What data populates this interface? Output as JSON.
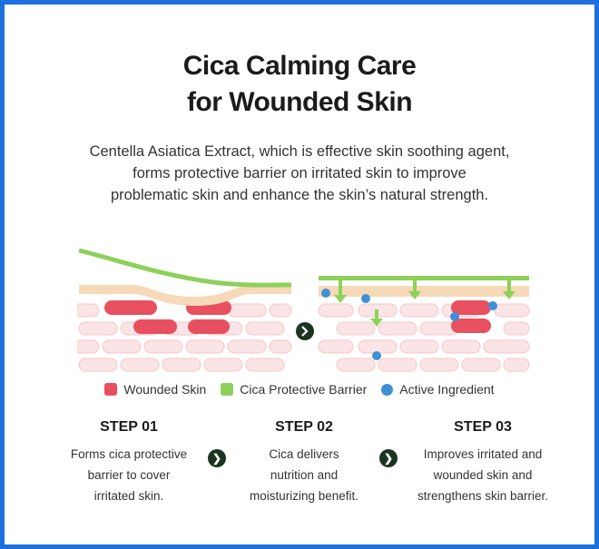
{
  "title_line1": "Cica Calming Care",
  "title_line2": "for Wounded Skin",
  "description": [
    "Centella Asiatica Extract, which is effective skin soothing agent,",
    "forms protective barrier on irritated skin to improve",
    "problematic skin and enhance the skin’s natural strength."
  ],
  "legend": [
    {
      "label": "Wounded Skin",
      "color": "#e8505f",
      "shape": "square"
    },
    {
      "label": "Cica Protective Barrier",
      "color": "#8dd05a",
      "shape": "square"
    },
    {
      "label": "Active Ingredient",
      "color": "#3f8fd6",
      "shape": "circle"
    }
  ],
  "steps": [
    {
      "title": "STEP 01",
      "lines": [
        "Forms cica protective",
        "barrier to cover",
        "irritated skin."
      ]
    },
    {
      "title": "STEP 02",
      "lines": [
        "Cica delivers",
        "nutrition and",
        "moisturizing benefit."
      ]
    },
    {
      "title": "STEP 03",
      "lines": [
        "Improves irritated and",
        "wounded skin and",
        "strengthens skin barrier."
      ]
    }
  ],
  "colors": {
    "border": "#1e6fe0",
    "barrier": "#8dd05a",
    "wounded": "#e8505f",
    "skin_cell": "#fbe4e5",
    "skin_cell_stroke": "#f4c6c9",
    "surface": "#f6d9b8",
    "ingredient": "#3f8fd6",
    "arrow_circle": "#1c3522"
  },
  "icons": {
    "transition_arrow": "chevron-right-icon",
    "step_arrow": "chevron-right-icon",
    "flow_arrow": "arrow-down-icon"
  }
}
